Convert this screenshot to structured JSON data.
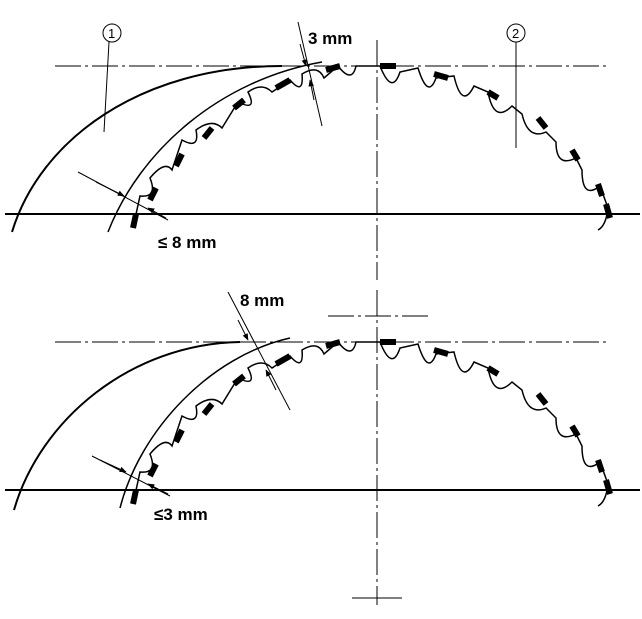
{
  "figure": {
    "top": {
      "marker_1": "1",
      "marker_2": "2",
      "label_radial": "3 mm",
      "label_gap": "≤ 8 mm"
    },
    "bottom": {
      "label_radial": "8 mm",
      "label_gap": "≤3 mm"
    }
  }
}
